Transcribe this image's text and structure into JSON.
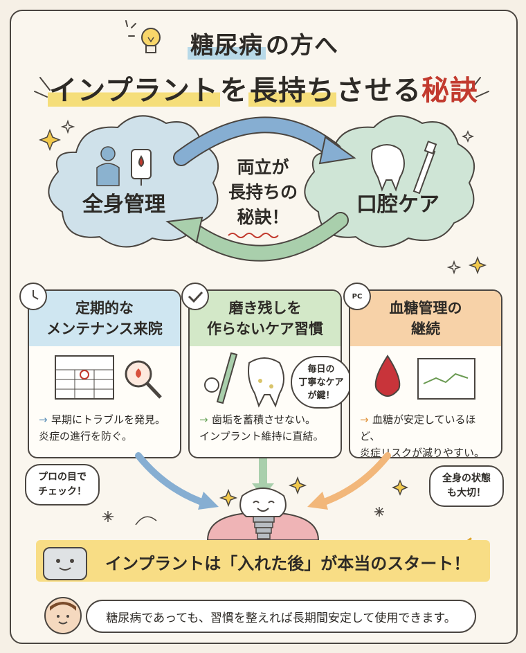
{
  "header": {
    "title_line1_highlight": "糖尿病",
    "title_line1_rest": "の方へ",
    "title_line2_a": "インプラント",
    "title_line2_b": "を",
    "title_line2_c": "長持ち",
    "title_line2_d": "させる",
    "title_line2_e": "秘訣"
  },
  "cycle": {
    "left_label": "全身管理",
    "right_label": "口腔ケア",
    "center_line1": "両立が",
    "center_line2": "長持ちの",
    "center_line3": "秘訣！"
  },
  "cards": [
    {
      "title": "定期的な\nメンテナンス来院",
      "body": "早期にトラブルを発見。\n炎症の進行を防ぐ。",
      "icon": "clock-icon",
      "color": "#cfe6f1"
    },
    {
      "title": "磨き残しを\n作らないケア習慣",
      "body": "歯垢を蓄積させない。\nインプラント維持に直結。",
      "icon": "check-icon",
      "color": "#d3e8c8",
      "tooth_bubble": "毎日の\n丁寧なケア\nが鍵！"
    },
    {
      "title": "血糖管理の\n継続",
      "body": "血糖が安定しているほど、\n炎症リスクが減りやすい。",
      "icon": "pc-icon",
      "pc_label": "PC",
      "color": "#f7d2a8"
    }
  ],
  "bubbles": {
    "left": "プロの目で\nチェック！",
    "right": "全身の状態\nも大切！"
  },
  "banner": {
    "text": "インプラントは「入れた後」が本当のスタート！"
  },
  "footer": {
    "text": "糖尿病であっても、習慣を整えれば長期間安定して使用できます。"
  },
  "colors": {
    "blue_cloud": "#cfe1ea",
    "green_cloud": "#cfe5d6",
    "banner": "#f8dd85",
    "accent_red": "#c23a2e"
  }
}
